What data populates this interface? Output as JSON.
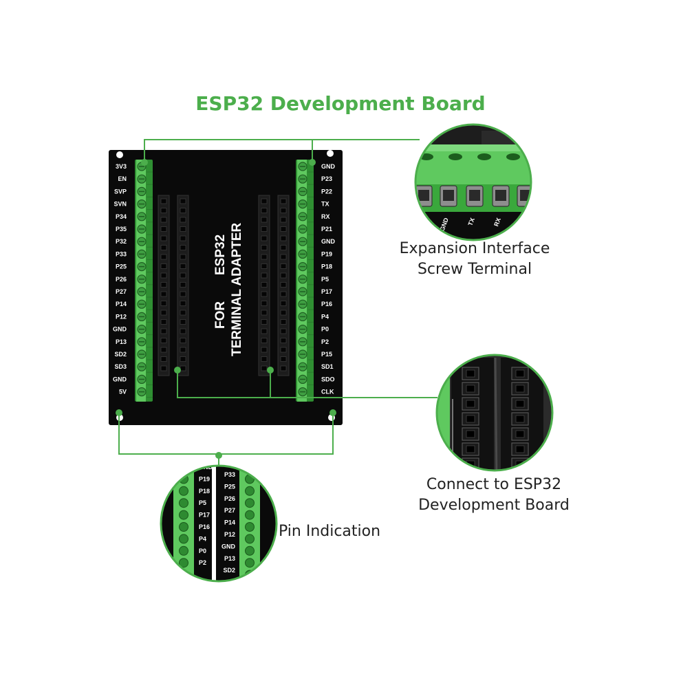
{
  "title": "ESP32 Development Board",
  "colors": {
    "accent": "#4cae4c",
    "board": "#0a0a0a",
    "terminal": "#5fc95f",
    "terminal_dark": "#2f8f32",
    "header": "#1c1c1c"
  },
  "board": {
    "text_lines": [
      "FOR",
      "TERMINAL ADAPTER",
      "ESP32"
    ],
    "left_pins": [
      "3V3",
      "EN",
      "SVP",
      "SVN",
      "P34",
      "P35",
      "P32",
      "P33",
      "P25",
      "P26",
      "P27",
      "P14",
      "P12",
      "GND",
      "P13",
      "SD2",
      "SD3",
      "GND",
      "5V"
    ],
    "right_pins": [
      "GND",
      "P23",
      "P22",
      "TX",
      "RX",
      "P21",
      "GND",
      "P19",
      "P18",
      "P5",
      "P17",
      "P16",
      "P4",
      "P0",
      "P2",
      "P15",
      "SD1",
      "SDO",
      "CLK"
    ]
  },
  "callouts": {
    "expansion": [
      "Expansion Interface",
      "Screw Terminal"
    ],
    "connect": [
      "Connect to ESP32",
      "Development Board"
    ],
    "pin_indication": "Pin Indication"
  },
  "zoom_terminal": {
    "labels": [
      "GND",
      "TX",
      "RX"
    ]
  },
  "zoom_pins": {
    "left_labels": [
      "GND",
      "P19",
      "P18",
      "P5",
      "P17",
      "P16",
      "P4",
      "P0",
      "P2"
    ],
    "right_labels": [
      "P33",
      "P25",
      "P26",
      "P27",
      "P14",
      "P12",
      "GND",
      "P13",
      "SD2"
    ]
  }
}
